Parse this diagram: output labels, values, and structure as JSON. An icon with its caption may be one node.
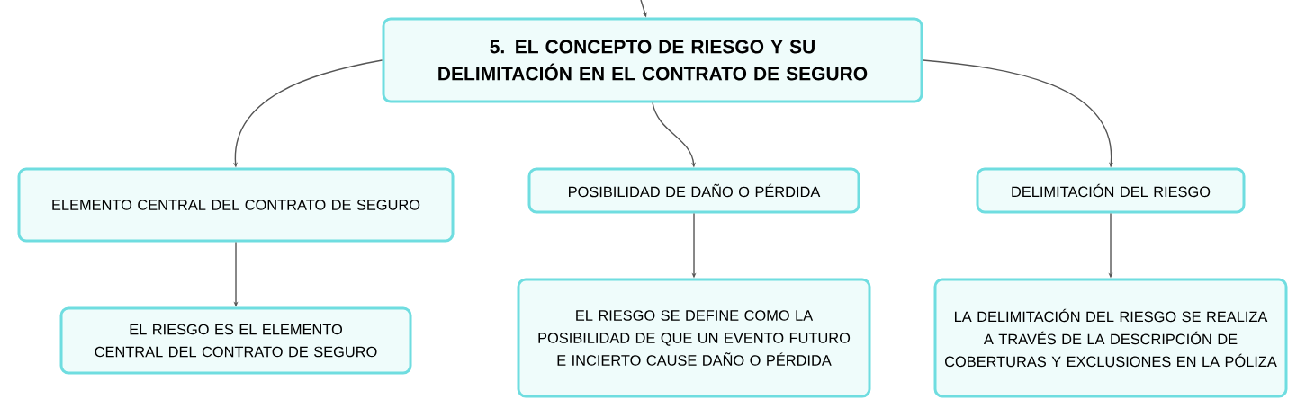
{
  "diagram": {
    "nodes": [
      {
        "text": [
          "5. EL CONCEPTO DE RIESGO Y SU DELIMITACIÓN EN EL CONTRATO DE SEGURO"
        ]
      },
      {
        "text": [
          "ELEMENTO CENTRAL DEL CONTRATO DE SEGURO"
        ]
      },
      {
        "text": [
          "POSIBILIDAD DE DAÑO O PÉRDIDA"
        ]
      },
      {
        "text": [
          "DELIMITACIÓN DEL RIESGO"
        ]
      },
      {
        "text": [
          "EL RIESGO ES EL ELEMENTO CENTRAL DEL CONTRATO DE SEGURO"
        ]
      },
      {
        "text": [
          "EL RIESGO SE DEFINE COMO LA POSIBILIDAD DE QUE UN EVENTO FUTURO E INCIERTO CAUSE DAÑO O PÉRDIDA"
        ]
      },
      {
        "text": [
          "LA DELIMITACIÓN DEL RIESGO SE REALIZA A TRAVÉS DE LA DESCRIPCIÓN DE COBERTURAS Y EXCLUSIONES EN LA PÓLIZA"
        ]
      }
    ],
    "edges": [
      {
        "from": null,
        "to": 0,
        "arrow": "to"
      },
      {
        "from": 0,
        "to": 1,
        "arrow": "to"
      },
      {
        "from": 0,
        "to": 2,
        "arrow": "to"
      },
      {
        "from": 0,
        "to": 3,
        "arrow": "to"
      },
      {
        "from": 1,
        "to": 4,
        "arrow": "to"
      },
      {
        "from": 2,
        "to": 5,
        "arrow": "to"
      },
      {
        "from": 3,
        "to": 6,
        "arrow": "to"
      }
    ]
  }
}
